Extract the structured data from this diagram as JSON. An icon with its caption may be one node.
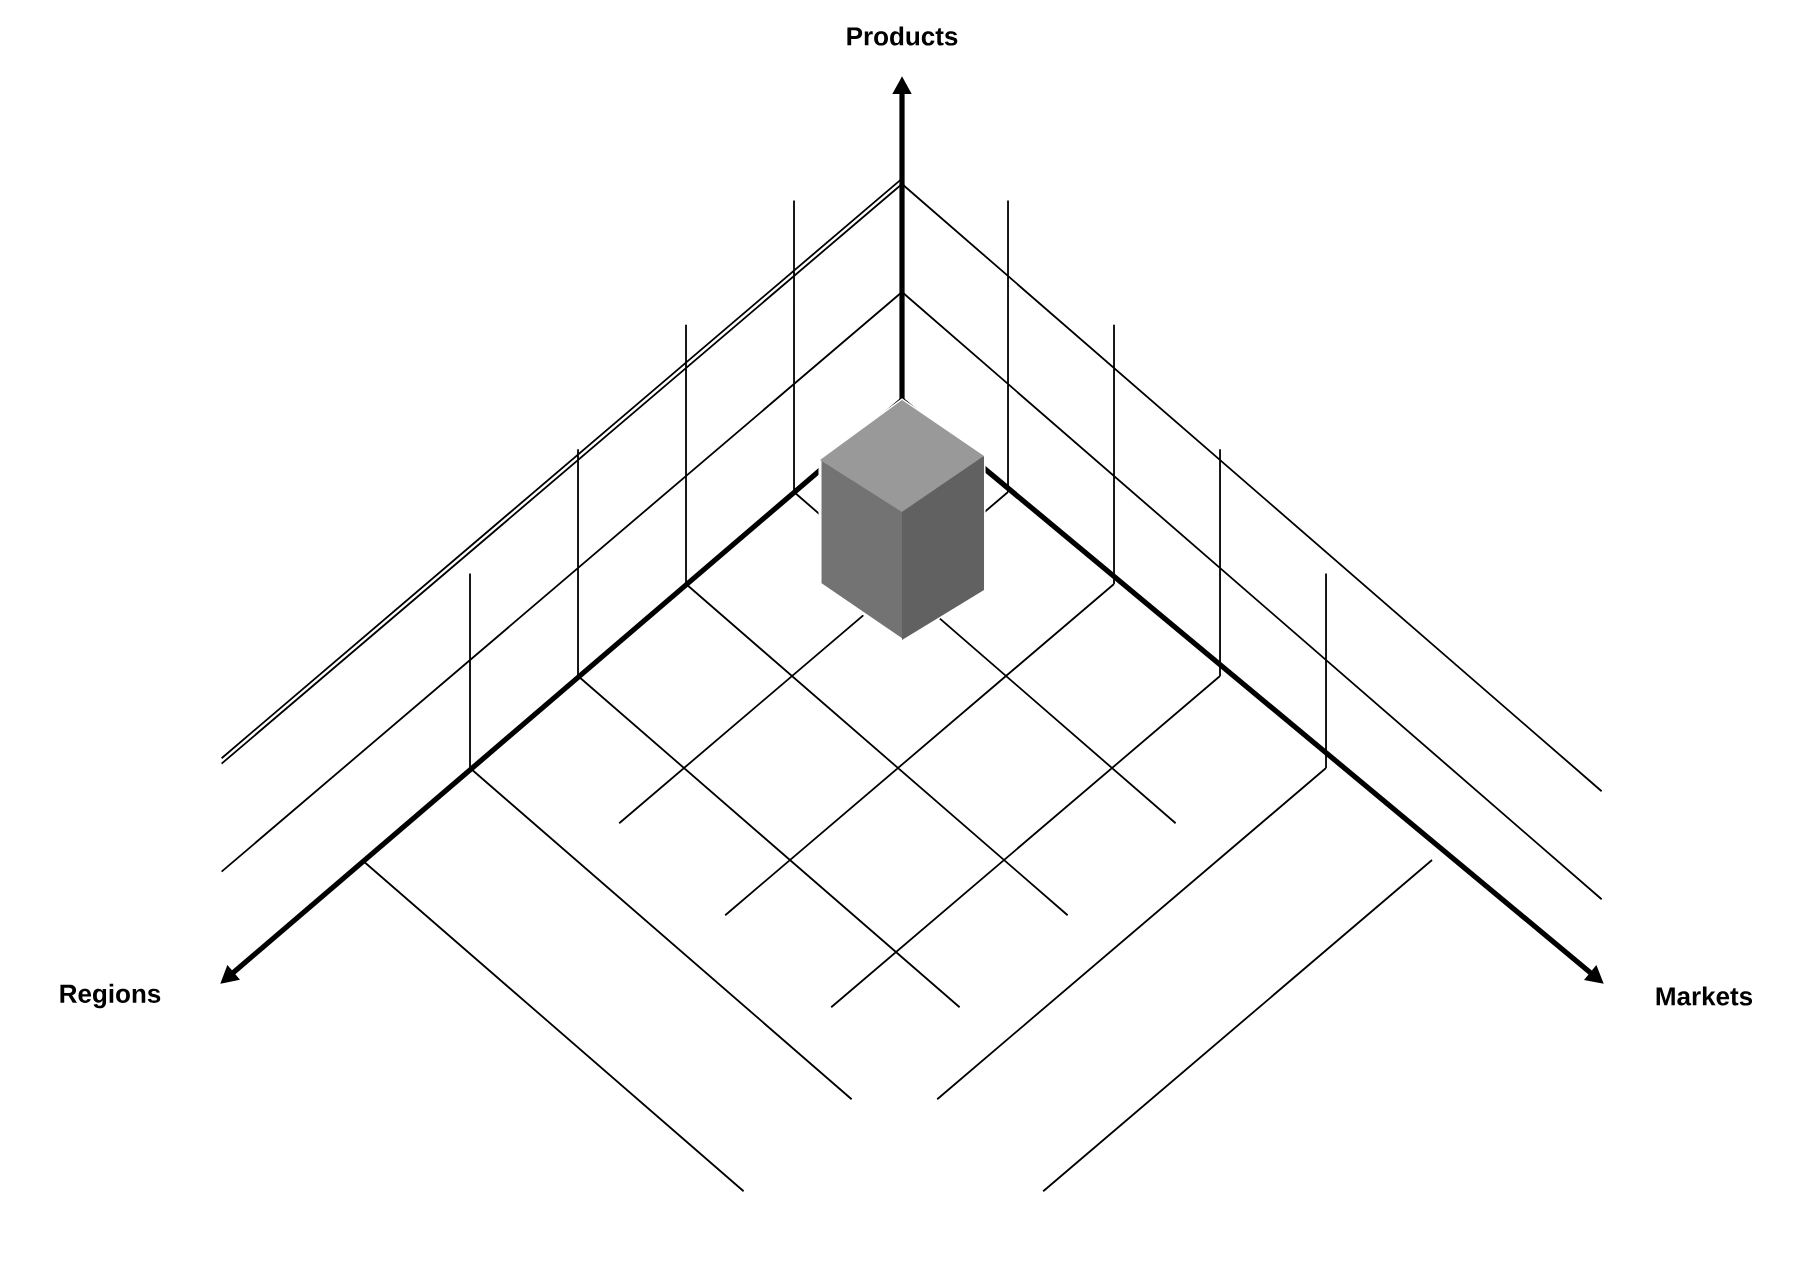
{
  "diagram": {
    "labels": [
      "Products",
      "Regions",
      "Markets"
    ]
  }
}
